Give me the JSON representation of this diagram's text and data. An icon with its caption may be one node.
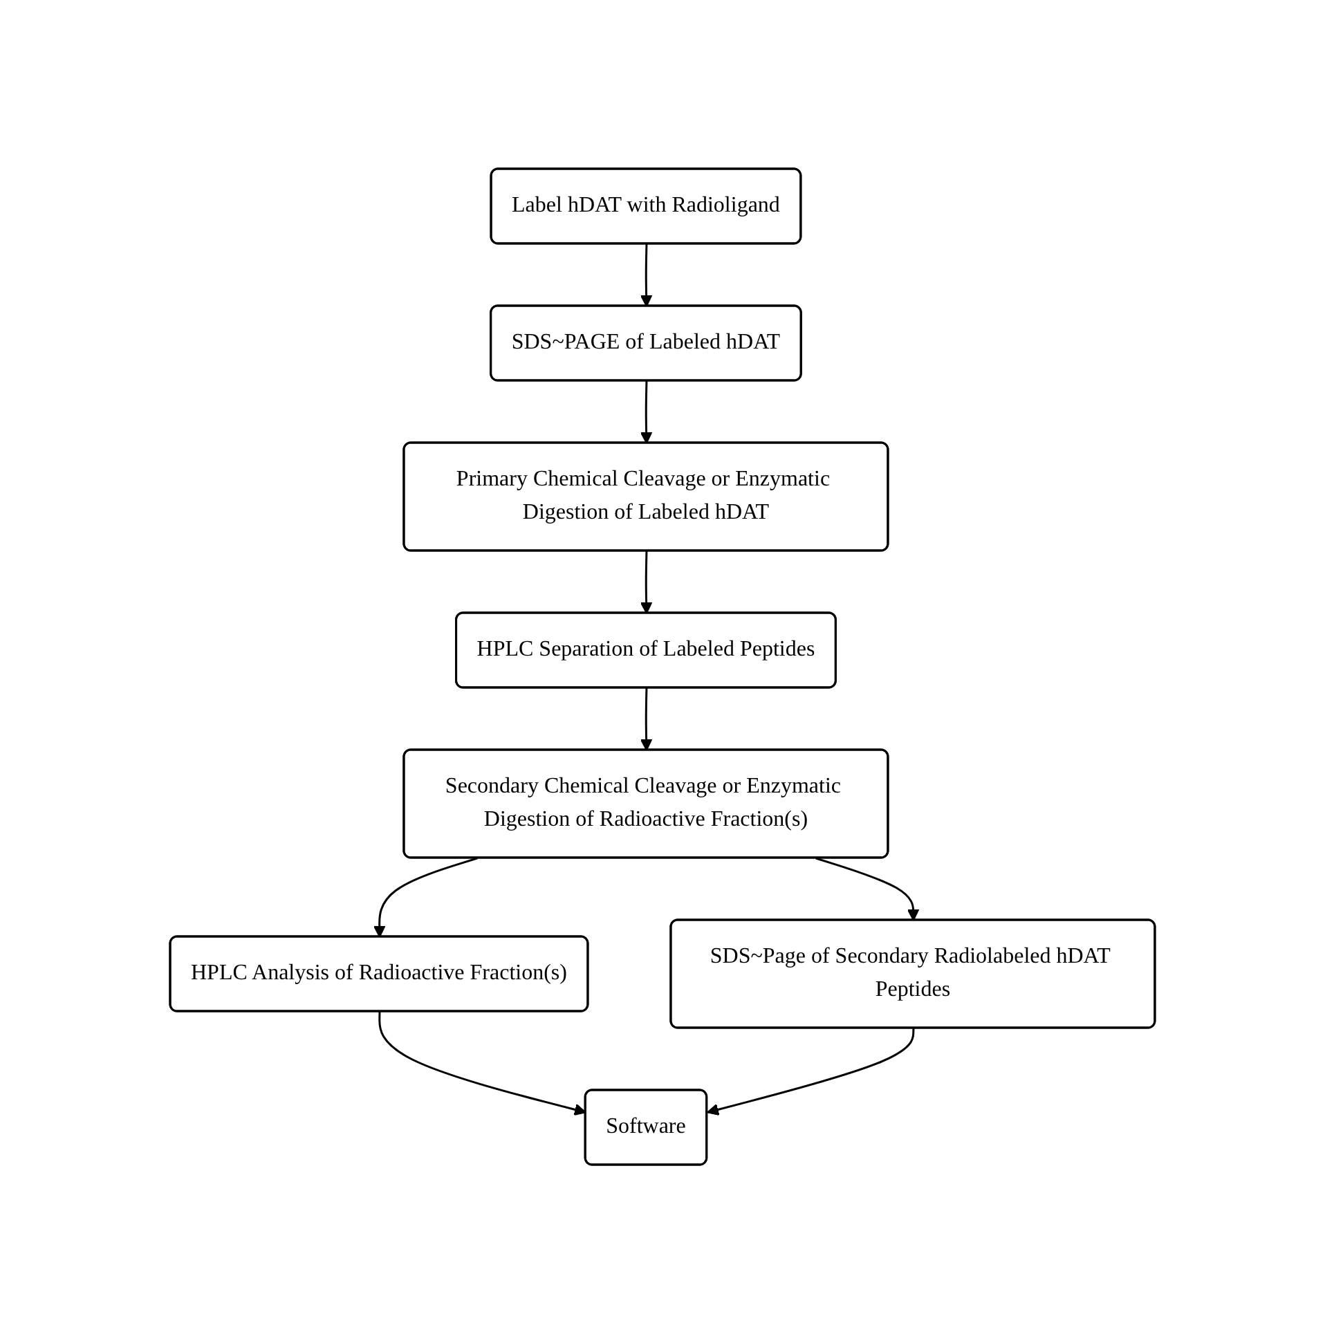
{
  "diagram": {
    "nodes": [
      {
        "text": [
          "Label hDAT with Radioligand"
        ]
      },
      {
        "text": [
          "SDS~PAGE of Labeled hDAT"
        ]
      },
      {
        "text": [
          "Primary Chemical Cleavage or Enzymatic Digestion of Labeled hDAT"
        ]
      },
      {
        "text": [
          "HPLC Separation of Labeled Peptides"
        ]
      },
      {
        "text": [
          "Secondary Chemical Cleavage or Enzymatic Digestion of Radioactive Fraction(s)"
        ]
      },
      {
        "text": [
          "HPLC Analysis of Radioactive Fraction(s)"
        ]
      },
      {
        "text": [
          "SDS~Page of Secondary Radiolabeled hDAT Peptides"
        ]
      },
      {
        "text": [
          "Software"
        ]
      }
    ],
    "edges": [
      {
        "from": 0,
        "to": 1,
        "arrow": "to"
      },
      {
        "from": 1,
        "to": 2,
        "arrow": "to"
      },
      {
        "from": 2,
        "to": 3,
        "arrow": "to"
      },
      {
        "from": 3,
        "to": 4,
        "arrow": "to"
      },
      {
        "from": 4,
        "to": 5,
        "arrow": "to"
      },
      {
        "from": 4,
        "to": 6,
        "arrow": "to"
      },
      {
        "from": 5,
        "to": 7,
        "arrow": "to"
      },
      {
        "from": 6,
        "to": 7,
        "arrow": "to"
      }
    ]
  }
}
